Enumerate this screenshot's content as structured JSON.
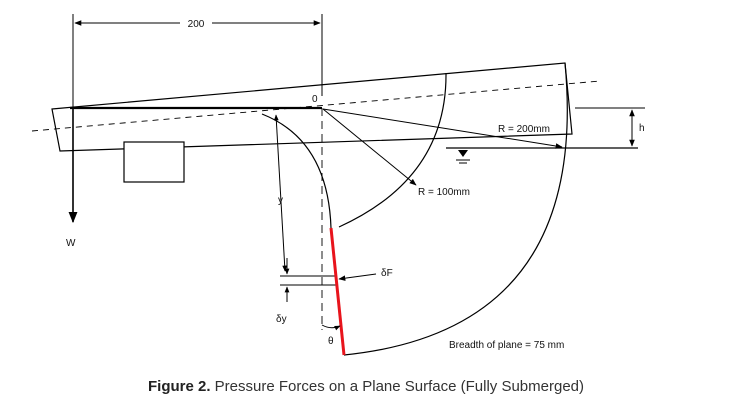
{
  "diagram": {
    "top_dimension": "200",
    "pivot_label": "0",
    "weight_label": "W",
    "large_radius_label": "R = 200mm",
    "small_radius_label": "R = 100mm",
    "depth_label": "h",
    "y_label": "y",
    "dy_label": "δy",
    "df_label": "δF",
    "theta_label": "θ",
    "breadth_label": "Breadth of plane = 75 mm"
  },
  "caption": {
    "label": "Figure 2.",
    "text": " Pressure Forces on a Plane Surface (Fully Submerged)"
  },
  "colors": {
    "line": "#000000",
    "plane_face": "#e8141c",
    "caption_text": "#333333"
  }
}
